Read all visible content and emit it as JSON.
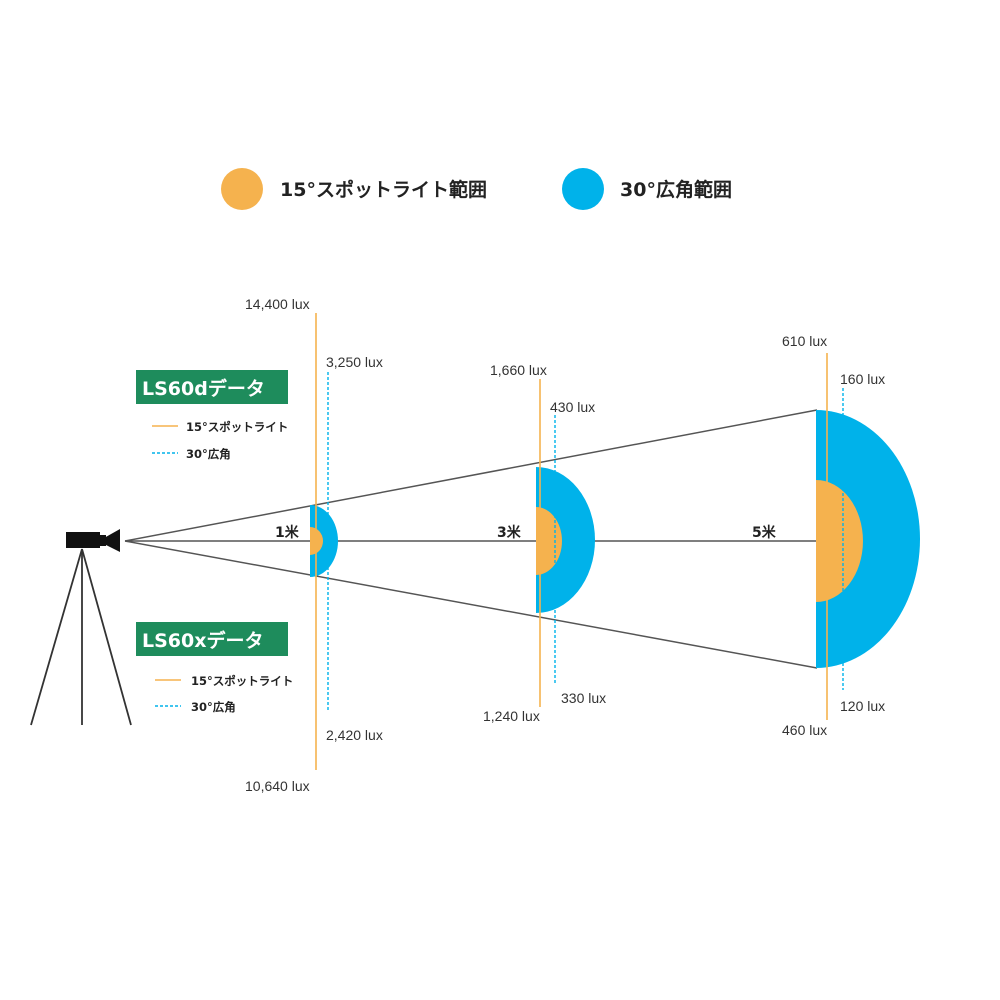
{
  "legend": {
    "spot": {
      "label": "15°スポットライト範囲",
      "color": "#F5B24E"
    },
    "wide": {
      "label": "30°広角範囲",
      "color": "#00B2EA"
    }
  },
  "models": [
    {
      "title": "LS60dデータ",
      "spot_label": "15°スポットライト",
      "wide_label": "30°広角"
    },
    {
      "title": "LS60xデータ",
      "spot_label": "15°スポットライト",
      "wide_label": "30°広角"
    }
  ],
  "badge_color": "#1E8C5C",
  "distances": [
    {
      "label": "1米",
      "ls60d_spot": "14,400 lux",
      "ls60d_wide": "3,250 lux",
      "ls60x_spot": "10,640 lux",
      "ls60x_wide": "2,420 lux"
    },
    {
      "label": "3米",
      "ls60d_spot": "1,660 lux",
      "ls60d_wide": "430 lux",
      "ls60x_spot": "1,240 lux",
      "ls60x_wide": "330 lux"
    },
    {
      "label": "5米",
      "ls60d_spot": "610 lux",
      "ls60d_wide": "160 lux",
      "ls60x_spot": "460 lux",
      "ls60x_wide": "120 lux"
    }
  ]
}
